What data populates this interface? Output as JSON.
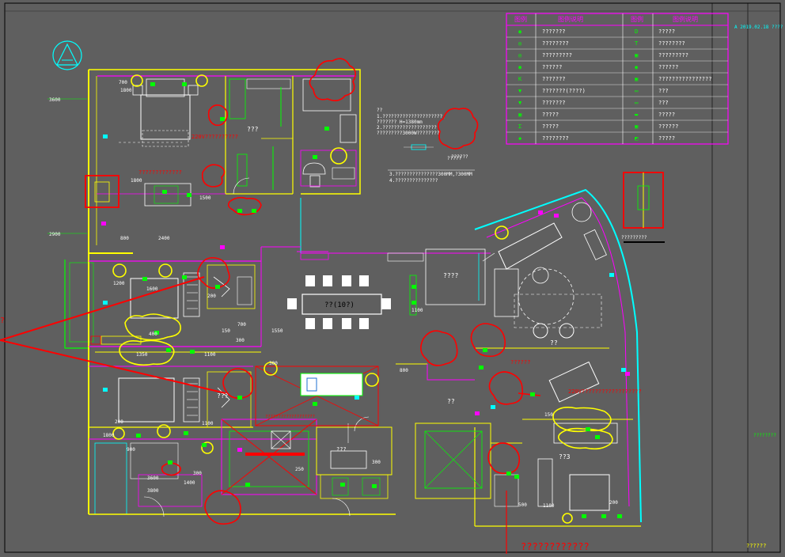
{
  "legend": {
    "header": {
      "col1": "图例",
      "col2": "图例说明",
      "col3": "图例",
      "col4": "图例说明"
    },
    "rows": [
      {
        "left_label": "???????",
        "right_label": "?????"
      },
      {
        "left_label": "????????",
        "right_label": "????????"
      },
      {
        "left_label": "?????????",
        "right_label": "?????????"
      },
      {
        "left_label": "??????",
        "right_label": "??????"
      },
      {
        "left_label": "???????",
        "right_label": "????????????????"
      },
      {
        "left_label": "???????(????)",
        "right_label": "???"
      },
      {
        "left_label": "???????",
        "right_label": "???"
      },
      {
        "left_label": "?????",
        "right_label": "?????"
      },
      {
        "left_label": "?????",
        "right_label": "??????"
      },
      {
        "left_label": "????????",
        "right_label": "?????"
      }
    ],
    "legend_symbols": {
      "left": [
        "◉",
        "◎",
        "◎",
        "◉",
        "K",
        "▼",
        "▼",
        "▣",
        "Σ",
        "◆"
      ],
      "right": [
        "D",
        "T",
        "▣",
        "◉",
        "▣",
        "▭",
        "▭",
        "▬",
        "▣",
        "◩"
      ]
    }
  },
  "top_right_tag": "A  2019.02.18  ????",
  "room_labels": {
    "master_bedroom": "?????????????",
    "bath_note": "???",
    "dining": "??(10?)",
    "corridor": "????",
    "living": "??",
    "bedroom_mid": "??",
    "bedroom_lower_right": "??3",
    "kitchen": "???",
    "study": "???",
    "elevator_note": "?????",
    "callout_box": "???????????????????",
    "bottom_text": "????????????",
    "detail_caption": "?????????",
    "right_margin_tag": "????????",
    "corner_tag": "??????",
    "left_marker": "?"
  },
  "notes": {
    "note_title": "??",
    "note1": "1.?????????????????????,",
    "note2": "  ??????? H=1380mm",
    "note3": "2.???????????????????",
    "note4": "  ?????????3000W????????",
    "spec1": "3.???????????????300MM,?300MM",
    "spec2": "4.???????????????",
    "legend_ref": "??????"
  },
  "red_annotations": {
    "power_note_top": "220V??????????",
    "power_note_right": "220V??????????????????",
    "power_note_mid": "??????",
    "warning_red": "????????????"
  },
  "dimensions": {
    "d1": "700",
    "d2": "1800",
    "d3": "1500",
    "d4": "1800",
    "d5": "2400",
    "d6": "800",
    "d7": "3600",
    "d8": "2900",
    "d9": "150",
    "d10": "300",
    "d11": "1550",
    "d12": "1100",
    "d13": "800",
    "d14": "300",
    "d15": "200",
    "d16": "1800",
    "d17": "900",
    "d18": "3600",
    "d19": "250",
    "d20": "1100",
    "d21": "1600",
    "d22": "1200",
    "d23": "400",
    "d24": "1350",
    "d25": "200",
    "d26": "150",
    "d27": "500",
    "d28": "1100",
    "d29": "3800",
    "d30": "1400",
    "d31": "300",
    "d32": "1100",
    "d33": "200",
    "d34": "700",
    "d35": "300"
  },
  "colors": {
    "background": "#5f5f5f",
    "wall": "#ffff00",
    "magenta": "#ff00ff",
    "cyan": "#00ffff",
    "green": "#00ff00",
    "red": "#ff0000",
    "white": "#ffffff",
    "black": "#000000",
    "yellow_cloud": "#ffff00"
  }
}
